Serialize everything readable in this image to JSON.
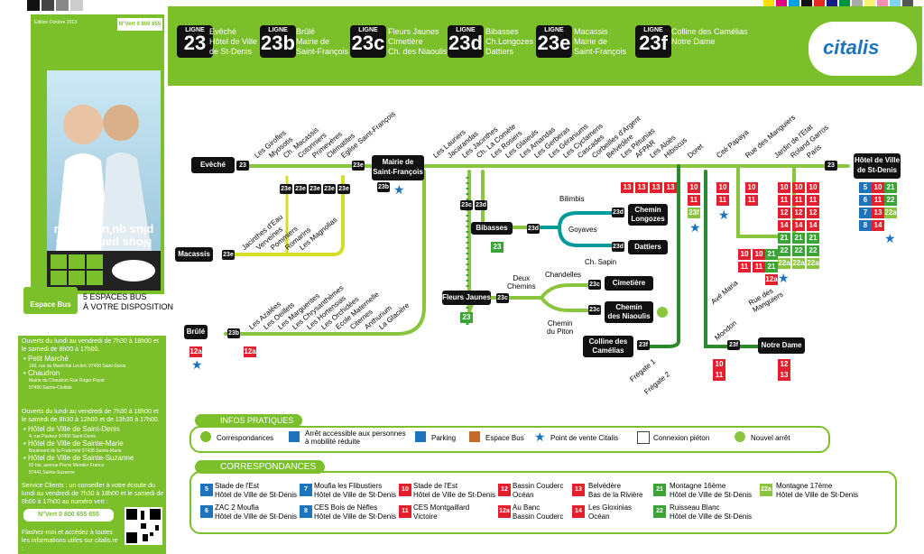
{
  "header": {
    "lines": [
      {
        "label": "LIGNE",
        "number": "23",
        "name": "Evêché\nHôtel de Ville\nde St-Denis"
      },
      {
        "label": "LIGNE",
        "number": "23b",
        "name": "Brûlé\nMairie de\nSaint-François"
      },
      {
        "label": "LIGNE",
        "number": "23c",
        "name": "Fleurs Jaunes\nCimetière\nCh. des Niaoulis"
      },
      {
        "label": "LIGNE",
        "number": "23d",
        "name": "Bibasses\nCh.Longozes\nDattiers"
      },
      {
        "label": "LIGNE",
        "number": "23e",
        "name": "Macassis\nMairie de\nSaint-François"
      },
      {
        "label": "LIGNE",
        "number": "23f",
        "name": "Colline des Camélias\nNotre Dame"
      }
    ],
    "logo": "citalis"
  },
  "left": {
    "cover_title": "Nous partageons plus qu'un réseau",
    "edition": "Edition Octobre 2013",
    "nvert_top": "N°Vert 0 800 655 655",
    "espace_bus_label": "Espace Bus",
    "espace_bus_count": "5 ESPACES BUS\nÀ VOTRE DISPOSITION",
    "hours1": "Ouverts du lundi au vendredi de 7h30 à 18h00 et le samedi de 8h00 à 17h00.",
    "places1": [
      {
        "name": "• Petit Marché",
        "addr": "166, rue du Maréchal Leclerc 97400 Saint-Denis"
      },
      {
        "name": "• Chaudron",
        "addr": "Mairie du Chaudron Rue Roger Payet\n97490 Sainte-Clotilde"
      }
    ],
    "hours2": "Ouverts du lundi au vendredi de 7h30 à 18h00 et le samedi de 8h30 à 12h00 et de 13h30 à 17h00.",
    "places2": [
      {
        "name": "• Hôtel de Ville de Saint-Denis",
        "addr": "4, rue Pasteur 97400 Saint-Denis"
      },
      {
        "name": "• Hôtel de Ville de Sainte-Marie",
        "addr": "Boulevard de la Fraternité 97438 Sainte-Marie"
      },
      {
        "name": "• Hôtel de Ville de Sainte-Suzanne",
        "addr": "65 bis, avenue Pierre Mendès France\n97441 Sainte-Suzanne"
      }
    ],
    "service": "Service Clients : un conseiller à votre écoute du lundi au vendredi de 7h30 à 18h00 et le samedi de 8h00 à 17h00 au numéro vert :",
    "nvert": "N°Vert 0 800 655 655",
    "flash": "Flashez-moi et accédez à toutes les informations utiles sur citalis.re :"
  },
  "map": {
    "stations": {
      "eveche": "Evêché",
      "mairie": "Mairie de\nSaint-François",
      "macassis": "Macassis",
      "brule": "Brûlé",
      "bibasses": "Bibasses",
      "fleurs": "Fleurs Jaunes",
      "chemin_longozes": "Chemin\nLongozes",
      "dattiers": "Dattiers",
      "cimetiere": "Cimetière",
      "chemin_niaoulis": "Chemin\ndes Niaoulis",
      "colline": "Colline des\nCamélias",
      "notre_dame": "Notre Dame",
      "hdv": "Hôtel de Ville\nde St-Denis"
    },
    "stops_top1": [
      "Les Girofles",
      "Myosotis",
      "Ch. Macassis",
      "Cotonniers",
      "Primevères",
      "Clématites",
      "Eglise Saint-François"
    ],
    "stops_top2": [
      "Les Lauriers",
      "Jacarandas",
      "Les Jacinthes",
      "Ch. La Comète",
      "Les Rosiers",
      "Les Glaïeuls",
      "Les Amandas",
      "Les Gerberas",
      "Les Géraniums",
      "Les Cyclamens",
      "Cascades",
      "Corbeilles d'Argent",
      "Belvédère",
      "Les Pétunias",
      "AFPAR",
      "Les Aloès",
      "Hibiscus",
      "Doret",
      "Cité Papaya",
      "Rue des Manguiers",
      "Jardin de l'Etat",
      "Roland Garros",
      "Paris"
    ],
    "stops_macassis": [
      "Jacinthes d'Eau",
      "Verveines",
      "Pommiers",
      "Romarins",
      "Les Magnolias"
    ],
    "stops_brule": [
      "Les Azalées",
      "Les Oeillets",
      "Les Marguerites",
      "Les Chrysanthèmes",
      "Les Hortensias",
      "Les Orchidées",
      "Ecole Maternelle",
      "Citernes",
      "Anthurium",
      "La Glacière"
    ],
    "stops_misc": [
      "Bilimbis",
      "Goyaves",
      "Ch. Sapin",
      "Chandelles",
      "Deux\nChemins",
      "Chemin\ndu Piton",
      "Frégate 1",
      "Frégate 2",
      "Avé Maria",
      "Mondon",
      "Rue des\nManguiers"
    ]
  },
  "info": {
    "title": "INFOS PRATIQUES",
    "items": [
      "Correspondances",
      "Arrêt accessible aux personnes\nà mobilité réduite",
      "Parking",
      "Espace Bus",
      "Point de vente Citalis",
      "Connexion piéton",
      "Nouvel arrêt"
    ]
  },
  "corr": {
    "title": "CORRESPONDANCES",
    "items": [
      {
        "n": "5",
        "c": "#1e74bc",
        "t": "Stade de l'Est\nHôtel de Ville de St-Denis"
      },
      {
        "n": "6",
        "c": "#1e74bc",
        "t": "ZAC 2 Moufia\nHôtel de Ville de St-Denis"
      },
      {
        "n": "7",
        "c": "#1e74bc",
        "t": "Moufia les Flibustiers\nHôtel de Ville de St-Denis"
      },
      {
        "n": "8",
        "c": "#1e74bc",
        "t": "CES Bois de Nèfles\nHôtel de Ville de St-Denis"
      },
      {
        "n": "10",
        "c": "#e5202e",
        "t": "Stade de l'Est\nHôtel de Ville de St-Denis"
      },
      {
        "n": "11",
        "c": "#e5202e",
        "t": "CES Montgaillard\nVictoire"
      },
      {
        "n": "12",
        "c": "#e5202e",
        "t": "Bassin Couderc\nOcéan"
      },
      {
        "n": "12a",
        "c": "#e5202e",
        "t": "Au Banc\nBassin Couderc"
      },
      {
        "n": "13",
        "c": "#e5202e",
        "t": "Belvédère\nBas de la Rivière"
      },
      {
        "n": "14",
        "c": "#e5202e",
        "t": "Les Gloxinias\nOcéan"
      },
      {
        "n": "21",
        "c": "#3aa535",
        "t": "Montagne 16ème\nHôtel de Ville de St-Denis"
      },
      {
        "n": "22",
        "c": "#3aa535",
        "t": "Ruisseau Blanc\nHôtel de Ville de St-Denis"
      },
      {
        "n": "22a",
        "c": "#8bc53f",
        "t": "Montagne 17ème\nHôtel de Ville de St-Denis"
      }
    ]
  }
}
